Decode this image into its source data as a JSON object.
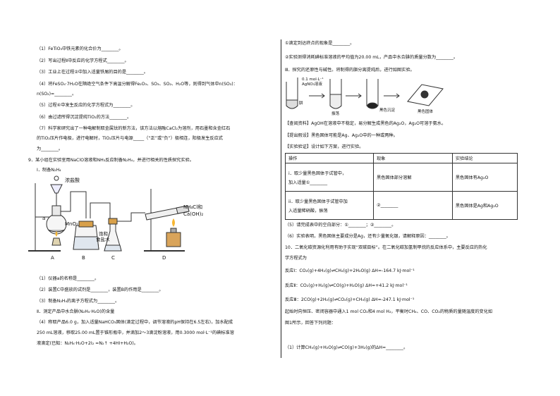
{
  "left": {
    "l1": "（1）FeTiO₃中铁元素的化合价为________。",
    "l2": "（2）写出过程Ⅱ中反应的化学方程式________。",
    "l3": "（3）工业上在过程②中加入适量铁屑的目的是________。",
    "l4": "（4）将FeSO₄·7H₂O在隔绝空气条件下高温分解得Fe₂O₃、SO₃、SO₂、H₂O等，则得到气体中n(SO₃)：",
    "l5": "n(SO₂)=________。",
    "l6": "（5）过程④中发生反应的化学方程式为________。",
    "l7": "（6）由过滤所得沉淀提纯TiO₂的方法________。",
    "l8": "（7）科学家研究出了一种电解制取金属钛的新方法，该方法以熔融CaCl₂为溶剂，用石墨和含金红石",
    "l9": "的TiO₂压片作电极，进行电解时，TiO₂压片与电源_____（“正”或“负”）极相连，阳极发生反应式",
    "l10": "为________。",
    "l11": "9．某小组在实验室用NaClO溶液和NH₃反应制备N₂H₄，并进行相关的性质探究实验。",
    "l12": "Ⅰ．制备N₂H₄",
    "q1": "（1）仪器a的名称是________。",
    "q2": "（2）装置C中盛放的试剂是________，装置B的作用是________。",
    "q3": "（3）制备N₂H₄的离子方程式为________。",
    "q4": "Ⅱ．测定产品中水合肼(N₂H₄·H₂O)的含量",
    "q5": "（4）称取产品6.0 g，加入适量NaHCO₃固体(滴定过程中，调节溶液的pH保持在6.5左右)，加水配成",
    "q6": "250 mL溶液，移取25.00 mL置于锥形瓶中，并滴加2～3滴淀粉溶液，用0.3000 mol·L⁻¹的碘标准溶",
    "q7": "液滴定(已知：N₂H₄·H₂O+2I₂ =N₂↑ +4HI+H₂O)。"
  },
  "apparatus": {
    "hcl": "浓盐酸",
    "mno2": "MnO₂",
    "a": "a",
    "sat1": "饱和",
    "sat2": "食盐水",
    "reagent1": "NH₄Cl和",
    "reagent2": "Ca(OH)₂",
    "A": "A",
    "B": "B",
    "C": "C",
    "D": "D"
  },
  "right": {
    "r1": "①滴定到达终点的现象是________。",
    "r2": "②实验测得消耗碘标准溶液的平均值为20.00 mL，产品中水合肼的质量分数为________。",
    "r3": "Ⅲ．探究的还原性与碱性。将制得的肼分离提纯后，进行如图实验。",
    "conc1": "0.1 mol·L⁻¹",
    "conc2": "AgNO₃溶液",
    "hydrazine": "肼",
    "shake": "振荡",
    "black_ppt": "黑色沉淀",
    "black_solid": "黑色固体",
    "r4": "【查阅资料】AgOH在溶液中不稳定，易分解生成黑色的Ag₂O，Ag₂O可溶于氨水。",
    "r5": "【提出假设】黑色固体可能是Ag、Ag₂O中的一种或两种。",
    "r6": "【实验验证】设计如下方案，进行实验。",
    "table": {
      "h1": "操作",
      "h2": "现象",
      "h3": "实验结论",
      "row1_op1": "i．取少量黑色固体于试管中，",
      "row1_op2": "加入适量①________",
      "row1_ph": "黑色固体部分溶解",
      "row1_con": "黑色固体有Ag₂O",
      "row2_op1": "ii．取少量黑色固体于试管中加",
      "row2_op2": "入适量稀硝酸，振荡",
      "row2_ph": "②________",
      "row2_con": "黑色固体是Ag和Ag₂O"
    },
    "r7": "（5）请完成表中的空白部分：①________；②________。",
    "r8": "（6）实验表明，黑色固体主要成分是Ag，还有少量氧化银，请解释原因：________。",
    "r9": "10．二氧化碳资源化利用有助于实现“双碳目标”。在二氧化碳加氢制甲烷的反应体系中，主要反应的热化",
    "r10": "学方程式为",
    "r11": "反应Ⅰ：CO₂(g)+4H₂(g)⇌CH₄(g)+2H₂O(g)  ΔH=-164.7 kJ·mol⁻¹",
    "r12": "反应Ⅱ：CO₂(g)+H₂(g)⇌CO(g)+H₂O(g)  ΔH=+41.2 kJ·mol⁻¹",
    "r13": "反应Ⅲ：2CO(g)+2H₂(g)⇌CO₂(g)+CH₄(g)  ΔH=-247.1 kJ·mol⁻¹",
    "r14": "起始时向恒压、密闭容器中通入1 mol CO₂和4 mol H₂，平衡时CH₄、CO、CO₂的物质的量随温度的变化如",
    "r15": "图1所示，回答下列问题：",
    "r16": "（1）计算CH₄(g)+H₂O(g)⇌CO(g)+3H₂(g)的ΔH=________。"
  }
}
